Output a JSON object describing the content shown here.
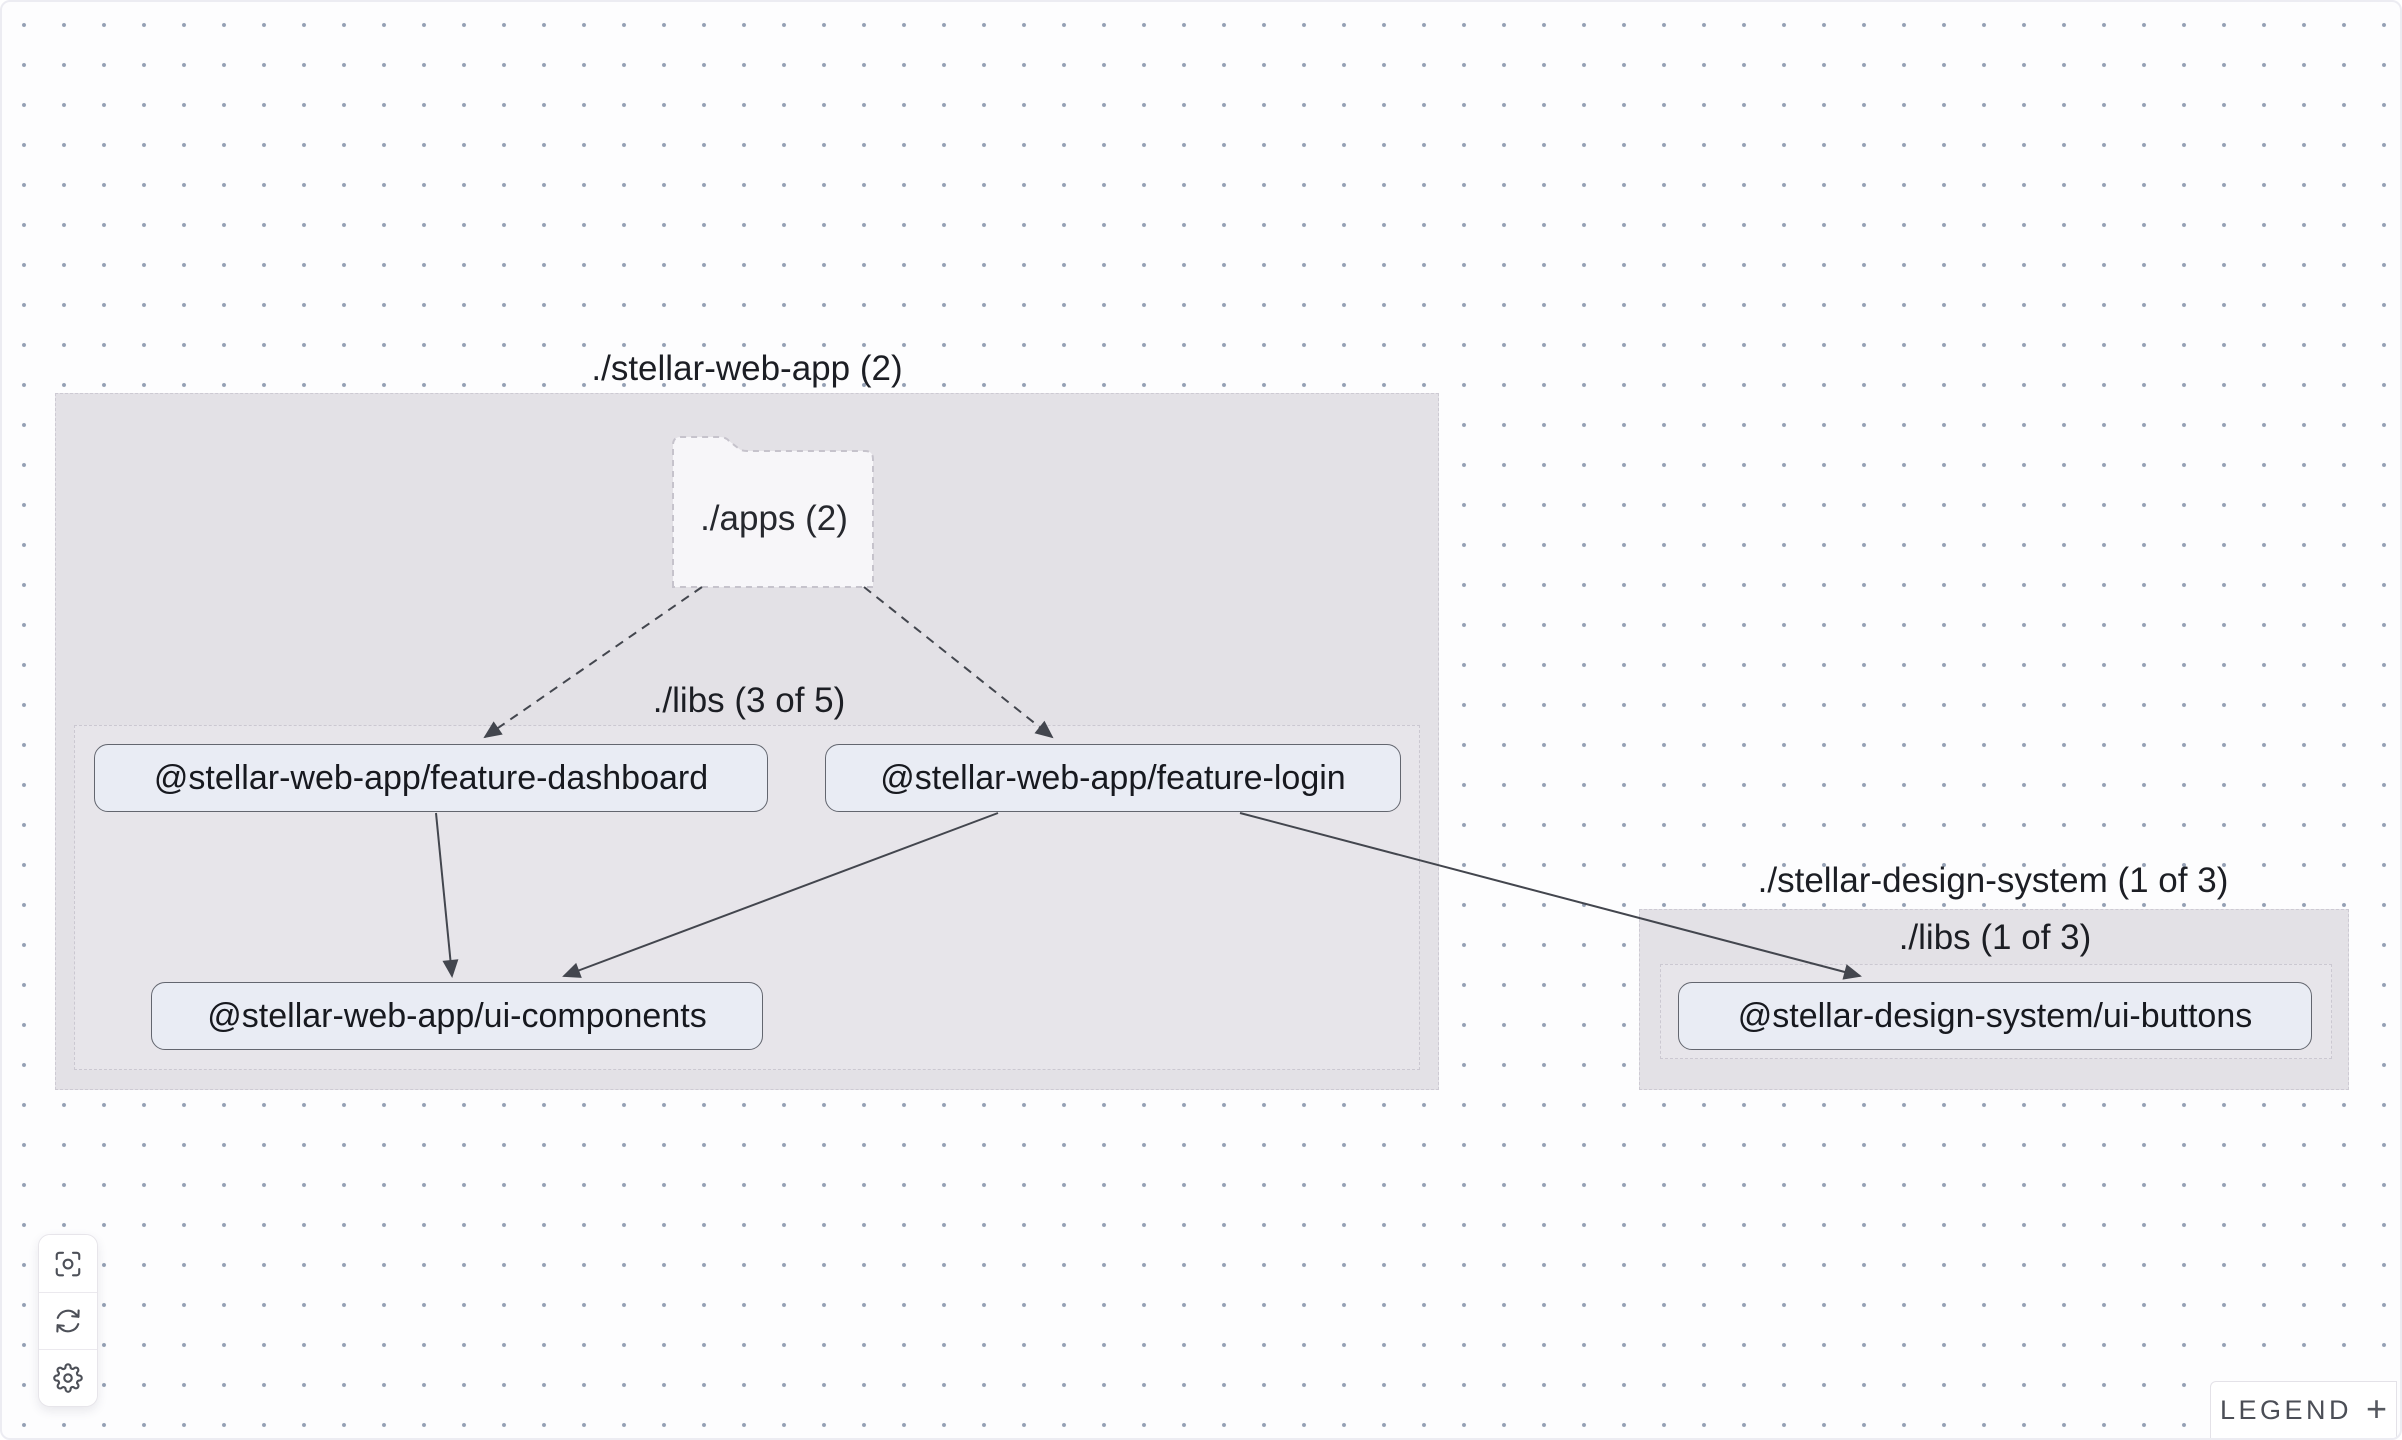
{
  "graph": {
    "groups": [
      {
        "id": "stellar-web-app",
        "label": "./stellar-web-app (2)"
      },
      {
        "id": "stellar-web-app-libs",
        "label": "./libs (3 of 5)"
      },
      {
        "id": "stellar-design-system",
        "label": "./stellar-design-system (1 of 3)"
      },
      {
        "id": "stellar-design-system-libs",
        "label": "./libs (1 of 3)"
      }
    ],
    "folder": {
      "label": "./apps (2)"
    },
    "nodes": [
      {
        "id": "feature-dashboard",
        "label": "@stellar-web-app/feature-dashboard"
      },
      {
        "id": "feature-login",
        "label": "@stellar-web-app/feature-login"
      },
      {
        "id": "ui-components",
        "label": "@stellar-web-app/ui-components"
      },
      {
        "id": "ui-buttons",
        "label": "@stellar-design-system/ui-buttons"
      }
    ],
    "edges": [
      {
        "from": "./apps",
        "to": "@stellar-web-app/feature-dashboard",
        "style": "dashed"
      },
      {
        "from": "./apps",
        "to": "@stellar-web-app/feature-login",
        "style": "dashed"
      },
      {
        "from": "@stellar-web-app/feature-dashboard",
        "to": "@stellar-web-app/ui-components",
        "style": "solid"
      },
      {
        "from": "@stellar-web-app/feature-login",
        "to": "@stellar-web-app/ui-components",
        "style": "solid"
      },
      {
        "from": "@stellar-web-app/feature-login",
        "to": "@stellar-design-system/ui-buttons",
        "style": "solid"
      }
    ]
  },
  "toolbar": {
    "buttons": [
      {
        "icon": "focus-icon"
      },
      {
        "icon": "refresh-icon"
      },
      {
        "icon": "settings-icon"
      }
    ]
  },
  "legend": {
    "label": "LEGEND",
    "expand_symbol": "+"
  },
  "colors": {
    "group_fill": "#e3e1e6",
    "node_fill": "#e9ecf4",
    "node_border": "#63666f",
    "edge": "#43464e",
    "dot_grid": "#94a0b4",
    "text": "#1c1e24"
  }
}
